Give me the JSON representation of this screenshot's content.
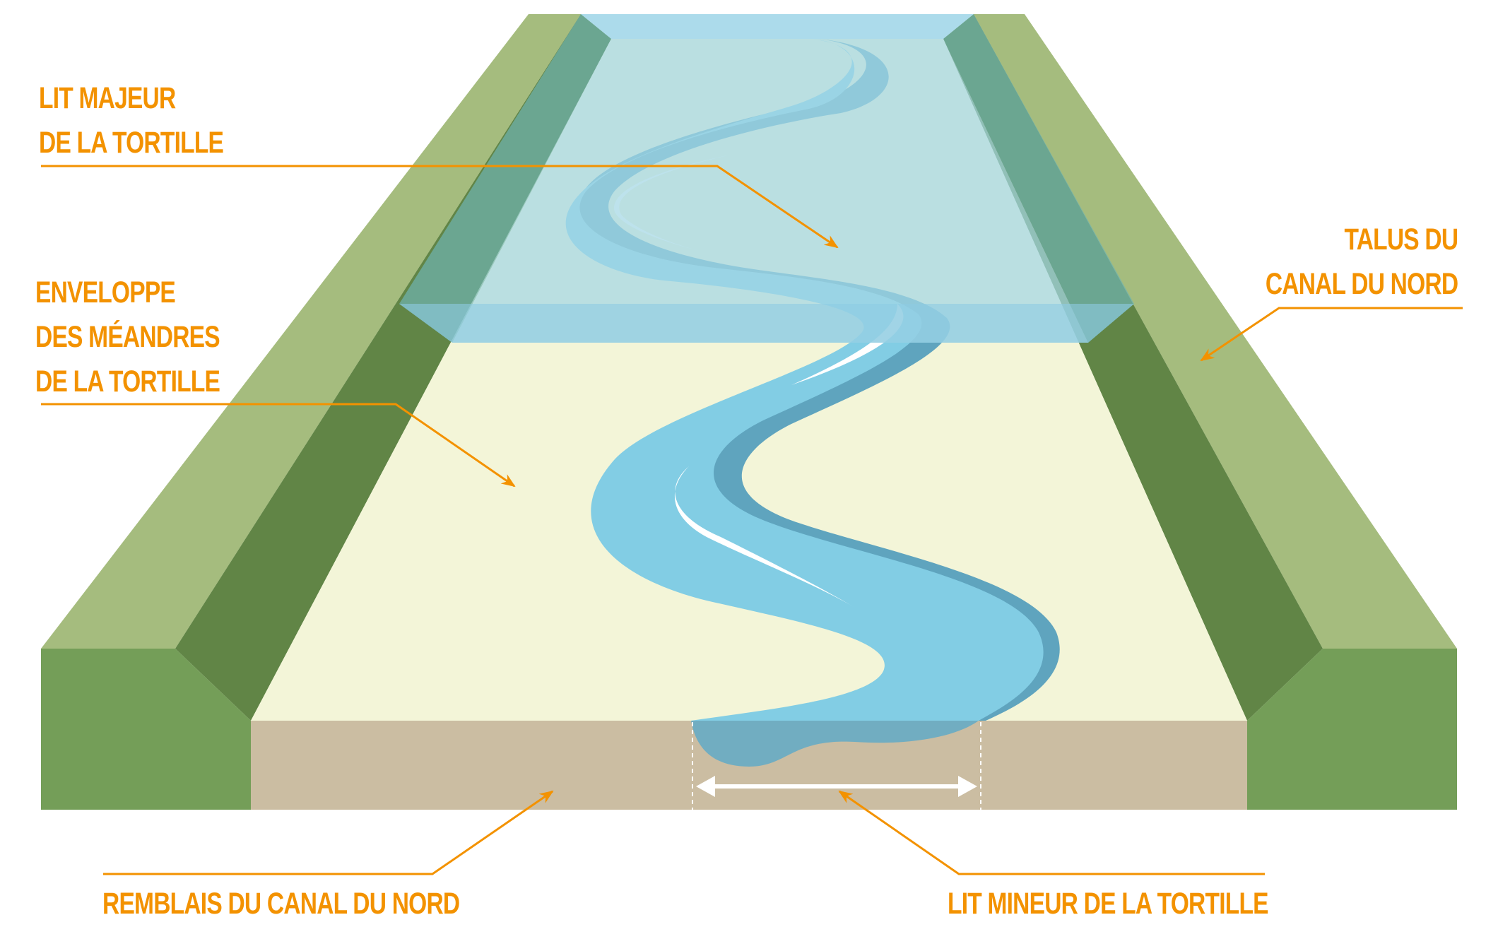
{
  "labels": {
    "lit_majeur": [
      "LIT MAJEUR",
      "DE LA TORTILLE"
    ],
    "enveloppe": [
      "ENVELOPPE",
      "DES MÉANDRES",
      "DE LA TORTILLE"
    ],
    "talus": [
      "TALUS DU",
      "CANAL DU NORD"
    ],
    "remblais": "REMBLAIS DU CANAL DU NORD",
    "lit_mineur": "LIT MINEUR DE LA TORTILLE"
  },
  "colors": {
    "label_orange": "#F39200",
    "talus_top": "#A5BC7E",
    "talus_slope": "#618546",
    "talus_front": "#749E58",
    "floodplain": "#F3F5D8",
    "remblais_front": "#CBBDA2",
    "water_envelope": "#A4D7E4",
    "river": "#82CDE4",
    "river_shadow": "#5FA4BE",
    "river_section": "#71ADC1"
  }
}
